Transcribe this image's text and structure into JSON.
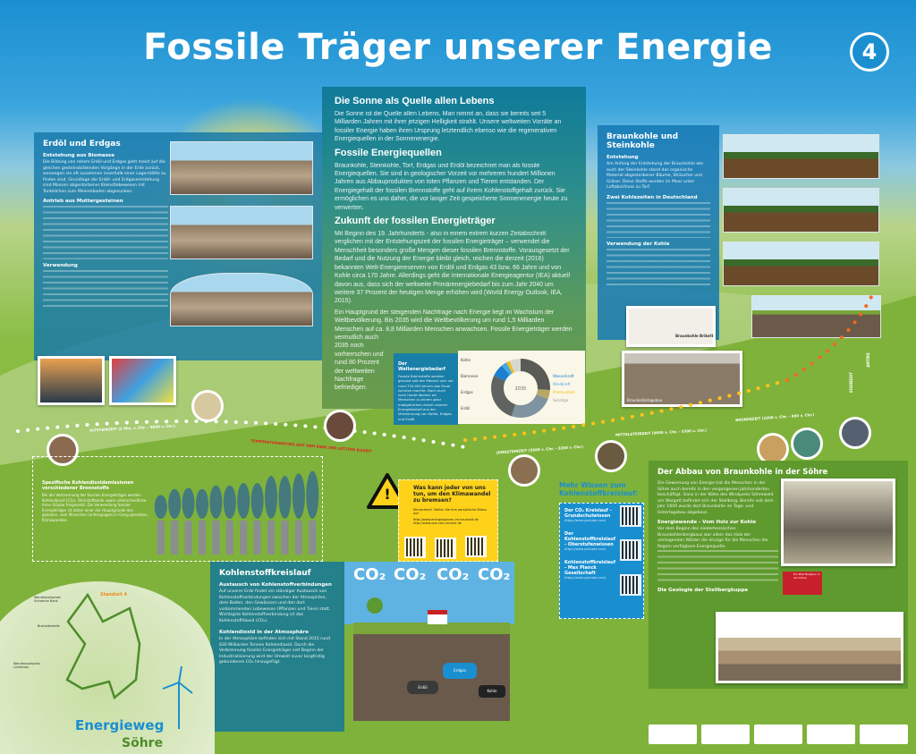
{
  "title": "Fossile Träger unserer Energie",
  "station_number": "4",
  "left_panel": {
    "heading": "Erdöl und Erdgas",
    "sub1": "Entstehung aus Biomasse",
    "text1": "Die Bildung von rohem Erdöl und Erdgas geht meist auf die gleichen gesteinsbildenden Vorgänge in der Erde zurück, weswegen sie oft zusammen innerhalb einer Lagerstätte zu finden sind. Grundlage der Erdöl- und Erdgasentstehung sind Massen abgestorbener Kleinstlebewesen mit Tonteilchen zum Meeresboden abgesunken.",
    "sub2": "Antrieb aus Muttergesteinen",
    "sub3": "Verwendung"
  },
  "center_panel": {
    "h1": "Die Sonne als Quelle allen Lebens",
    "p1": "Die Sonne ist die Quelle allen Lebens. Man nimmt an, dass sie bereits seit 5 Milliarden Jahren mit ihrer jetzigen Helligkeit strahlt. Unsere weltweiten Vorräte an fossiler Energie haben ihren Ursprung letztendlich ebenso wie die regenerativen Energiequellen in der Sonnenenergie.",
    "h2": "Fossile Energiequellen",
    "p2": "Braunkohle, Steinkohle, Torf, Erdgas und Erdöl bezeichnet man als fossile Energiequellen. Sie sind in geologischer Vorzeit vor mehreren hundert Millionen Jahren aus Abbauprodukten von toten Pflanzen und Tieren entstanden. Der Energiegehalt der fossilen Brennstoffe geht auf ihrem Kohlenstoffgehalt zurück. Sie ermöglichen es uns daher, die vor langer Zeit gespeicherte Sonnenenergie heute zu verwerten.",
    "h3": "Zukunft der fossilen Energieträger",
    "p3": "Mit Beginn des 19. Jahrhunderts - also in einem extrem kurzen Zeitabschnitt verglichen mit der Entstehungszeit der fossilen Energieträger – verwendet die Menschheit besonders große Mengen dieser fossilen Brennstoffe. Vorausgesetzt der Bedarf und die Nutzung der Energie bleibt gleich, reichen die derzeit (2016) bekannten Welt-Energiereserven von Erdöl und Erdgas 43 bzw. 66 Jahre und von Kohle circa 170 Jahre. Allerdings geht die Internationale Energieagentur (IEA) aktuell davon aus, dass sich der weltweite Primärenergiebedarf bis zum Jahr 2040 um weitere 37 Prozent der heutigen Menge erhöhen wird (World Energy Outlook, IEA, 2015).",
    "p4": "Ein Hauptgrund der steigenden Nachfrage nach Energie liegt im Wachstum der Weltbevölkerung. Bis 2035 wird die Weltbevölkerung um rund 1,5 Milliarden Menschen auf ca. 8,8 Milliarden Menschen anwachsen. Fossile Energieträger werden vermutlich auch",
    "p5": "2035 noch vorherrschen und rund 80 Prozent der weltweiten Nachfrage befriedigen.",
    "box_heading": "Der Weltenergiebedarf",
    "box_text": "Fossile Brennstoffe werden genutzt seit der Mensch sich vor rund 750.000 Jahren das Feuer zunutze machte. Doch auch noch heute decken wir Menschen zu einem ganz maßgeblichen Anteil unseren Energiebedarf aus der Verbrennung von Kohle, Erdgas und Erdöl."
  },
  "chart_data": [
    {
      "type": "pie",
      "title": "Der Weltenergiebedarf",
      "center_label": "2035",
      "labels": [
        "Kohle",
        "Biomasse",
        "Erdgas",
        "Erdöl",
        "Wasserkraft",
        "Windkraft",
        "Photovoltaik",
        "Sonstige"
      ],
      "values": [
        26,
        5,
        24,
        27,
        7,
        3,
        2,
        6
      ],
      "colors": [
        "#5a5a56",
        "#b8a868",
        "#7f93a0",
        "#5f6460",
        "#1a7fd0",
        "#4aa8e0",
        "#f0c020",
        "#d8d8d0"
      ]
    },
    {
      "type": "bar",
      "title": "Spezifische Kohlendioxidemissionen verschiedener Brennstoffe",
      "values": [
        0.2,
        0.25,
        0.26,
        0.25,
        0.28,
        0.28,
        0.3,
        0.3,
        0.36,
        0.36,
        0.38,
        0.4
      ]
    }
  ],
  "right_panel": {
    "heading": "Braunkohle und Steinkohle",
    "sub1": "Entstehung",
    "text1": "Am Anfang der Entstehung der Braunkohle wie auch der Steinkohle stand das organische Material abgestorbener Bäume, Sträucher und Gräser. Diese Stoffe wurden im Moor unter Luftabschluss zu Torf.",
    "sub2": "Zwei Kohlezeiten in Deutschland",
    "sub3": "Verwendung der Kohle",
    "photo1": "Braunkohle Brikett",
    "photo2": "Braunkohletagebau"
  },
  "timeline": {
    "t1": "ALTSTEINZEIT (2 Mio. v. Chr. – 9600 v. Chr.)",
    "t2": "TEMPERATURANSTIEG SEIT DEM ENDE DER LETZTEN EISZEIT",
    "t3": "JUNGSTEINZEIT (5500 v. Chr. – 2200 v. Chr.)",
    "t4": "MITTELSTEINZEIT (9600 v. Chr. – 5500 v. Chr.)",
    "t5": "BRONZEZEIT (2200 v. Chr. – 800 v. Chr.)",
    "t6": "EISENZEIT",
    "t7": "ANTIKE"
  },
  "smoke": {
    "heading": "Spezifische Kohlendioxidemissionen verschiedener Brennstoffe",
    "text": "Bei der Verbrennung der fossilen Energieträger werden Kohlendioxid (CO₂), Stickstoffoxide sowie unterschiedliche feine Stäube freigesetzt. Die Verwendung fossiler Energieträger ist daher einer der Hauptgründe des globalen, vom Menschen (anthropogen) in Gang gesetzten Klimawandels."
  },
  "warning": {
    "heading": "Was kann jeder von uns tun, um den Klimawandel zu bremsen?",
    "text": "Klimacheck! Stellen Sie Ihre persönliche Bilanz auf:",
    "url1": "http://www.energiesparen-im-haushalt.de",
    "url2": "http://www.uba.co2-rechner.de"
  },
  "mehr": {
    "heading": "Mehr Wissen zum Kohlenstoffkreislauf:",
    "items": [
      {
        "title": "Der CO₂ Kreislauf - Grundschulwissen",
        "url": "https://www.youtube.com/"
      },
      {
        "title": "Der Kohlenstoffkreislauf - Oberstufenwissen",
        "url": "https://www.youtube.com/"
      },
      {
        "title": "Kohlenstoffkreislauf - Max Planck Gesellschaft",
        "url": "https://www.youtube.com/"
      }
    ]
  },
  "abbau": {
    "heading": "Der Abbau von Braunkohle in der Söhre",
    "text1": "Die Gewinnung von Energie hat die Menschen in der Söhre auch bereits in den vergangenen Jahrhunderten beschäftigt. Ganz in der Nähe des Windparks Söhrewald am Wargott befindet sich der Stellberg. Bereits seit dem Jahr 1600 wurde dort Braunkohle im Tage- und Untertagebau abgebaut.",
    "sub": "Energiewende - Vom Holz zur Kohle",
    "text2": "Vor dem Beginn des niederhessischen Braunkohlenbergbaus war allein das Holz der umliegenden Wälder die einzige für die Menschen der Region verfügbare Energiequelle.",
    "sub2": "Die Geologie der Stellbergkuppe",
    "badge": "Ein Pfad Bergbau in der Söhre"
  },
  "kreis": {
    "heading": "Kohlenstoffkreislauf",
    "sub1": "Austausch von Kohlenstoffverbindungen",
    "text1": "Auf unserer Erde findet ein ständiger Austausch von Kohlenstoffverbindungen zwischen der Atmosphäre, dem Boden, den Gewässern und den dort vorkommenden Lebewesen (Pflanzen und Tiere) statt. Wichtigste Kohlenstoffverbindung ist das Kohlenstoffdioxid (CO₂).",
    "sub2": "Kohlendioxid in der Atmosphäre",
    "text2": "In der Atmosphäre befinden sich mit Stand 2015 rund 830 Milliarden Tonnen Kohlendioxid. Durch die Verbrennung fossiler Energieträger seit Beginn der Industrialisierung wird der Umwelt zuvor langfristig gebundenes CO₂ hinzugefügt.",
    "co2": "CO₂",
    "labels": [
      "Erdöl",
      "Erdgas",
      "Kohle"
    ]
  },
  "map": {
    "standort": "Standort 4",
    "parking1": "Wanderparkplatz Schwarze Bank",
    "parking2": "Wanderparkplatz Lichtenau",
    "bus": "Bushaltestelle",
    "logo1": "Energieweg",
    "logo2": "Söhre"
  }
}
